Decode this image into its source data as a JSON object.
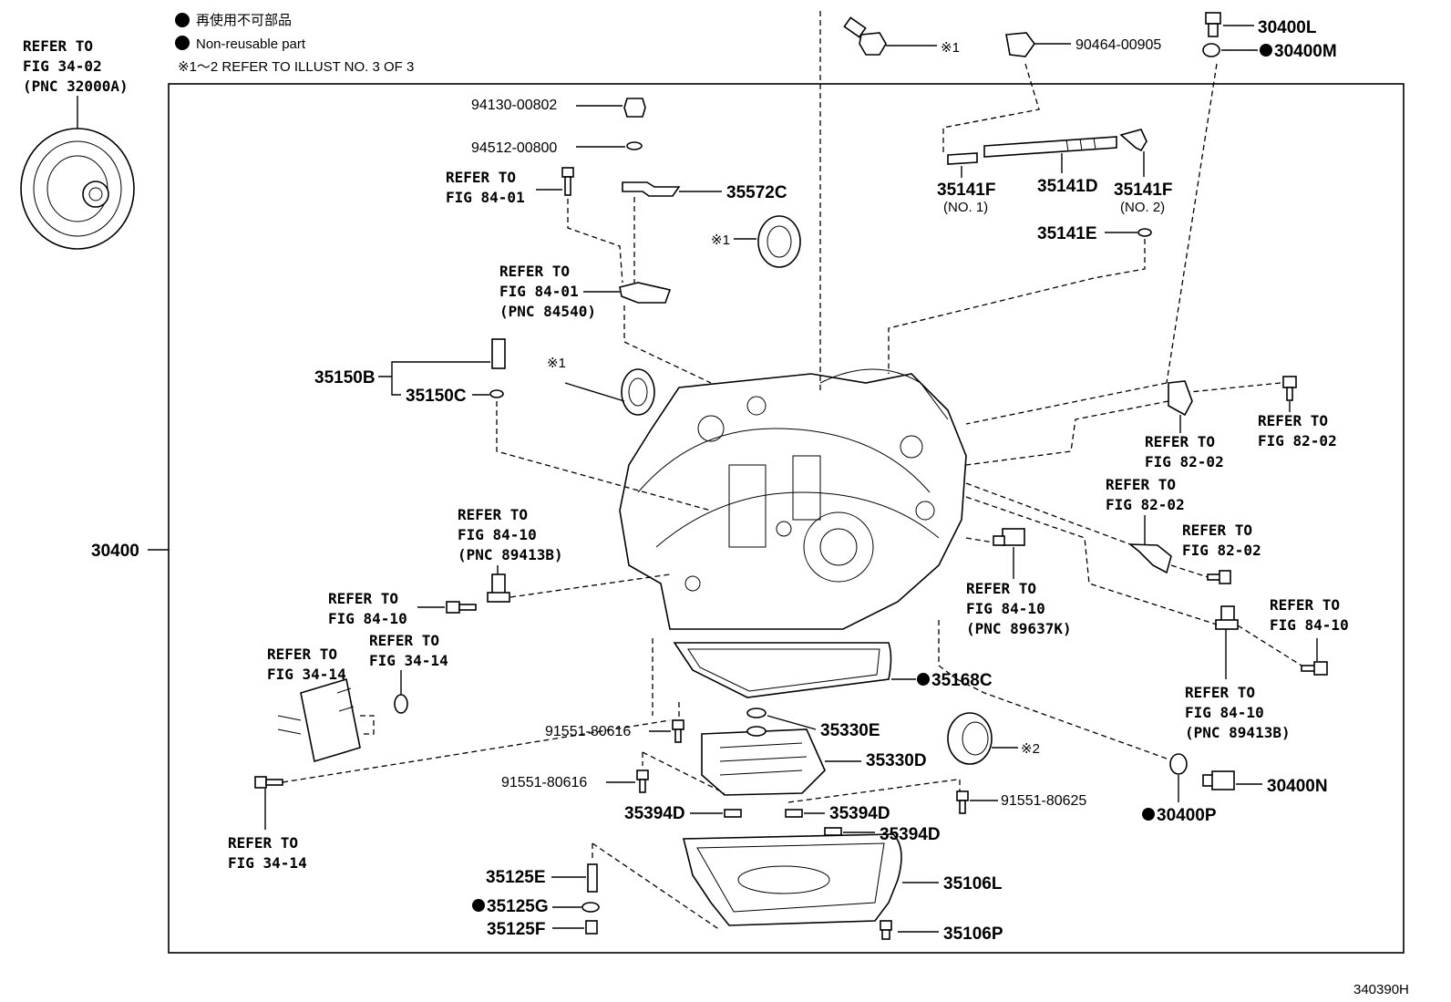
{
  "legend": {
    "line1": "再使用不可部品",
    "line2": "Non-reusable part",
    "line3": "※1～2 REFER TO ILLUST NO. 3 OF 3"
  },
  "refer_torque": {
    "l1": "REFER TO",
    "l2": "FIG 34-02",
    "l3": "(PNC 32000A)"
  },
  "labels": {
    "p30400": "30400",
    "p94130": "94130-00802",
    "p94512": "94512-00800",
    "p35572C": "35572C",
    "p35150B": "35150B",
    "p35150C": "35150C",
    "p90464": "90464-00905",
    "p30400L": "30400L",
    "p30400M": "30400M",
    "p35141F_1": "35141F",
    "p35141F_1s": "(NO. 1)",
    "p35141D": "35141D",
    "p35141F_2": "35141F",
    "p35141F_2s": "(NO. 2)",
    "p35141E": "35141E",
    "p35168C": "35168C",
    "p35330E": "35330E",
    "p35330D": "35330D",
    "p91551_616a": "91551-80616",
    "p91551_616b": "91551-80616",
    "p91551_625": "91551-80625",
    "p35394D_a": "35394D",
    "p35394D_b": "35394D",
    "p35394D_c": "35394D",
    "p35125E": "35125E",
    "p35125G": "35125G",
    "p35125F": "35125F",
    "p35106L": "35106L",
    "p35106P": "35106P",
    "p30400N": "30400N",
    "p30400P": "30400P",
    "mark1a": "※1",
    "mark1b": "※1",
    "mark1c": "※1",
    "mark2": "※2"
  },
  "refs": {
    "r8401a": {
      "l1": "REFER TO",
      "l2": "FIG 84-01"
    },
    "r8401b": {
      "l1": "REFER TO",
      "l2": "FIG 84-01",
      "l3": "(PNC 84540)"
    },
    "r8410a": {
      "l1": "REFER TO",
      "l2": "FIG 84-10",
      "l3": "(PNC 89413B)"
    },
    "r8410b": {
      "l1": "REFER TO",
      "l2": "FIG 84-10"
    },
    "r3414a": {
      "l1": "REFER TO",
      "l2": "FIG 34-14"
    },
    "r3414b": {
      "l1": "REFER TO",
      "l2": "FIG 34-14"
    },
    "r3414c": {
      "l1": "REFER TO",
      "l2": "FIG 34-14"
    },
    "r8202a": {
      "l1": "REFER TO",
      "l2": "FIG 82-02"
    },
    "r8202b": {
      "l1": "REFER TO",
      "l2": "FIG 82-02"
    },
    "r8202c": {
      "l1": "REFER TO",
      "l2": "FIG 82-02"
    },
    "r8202d": {
      "l1": "REFER TO",
      "l2": "FIG 82-02"
    },
    "r8410c": {
      "l1": "REFER TO",
      "l2": "FIG 84-10",
      "l3": "(PNC 89637K)"
    },
    "r8410d": {
      "l1": "REFER TO",
      "l2": "FIG 84-10"
    },
    "r8410e": {
      "l1": "REFER TO",
      "l2": "FIG 84-10",
      "l3": "(PNC 89413B)"
    }
  },
  "illust_no": "340390H"
}
